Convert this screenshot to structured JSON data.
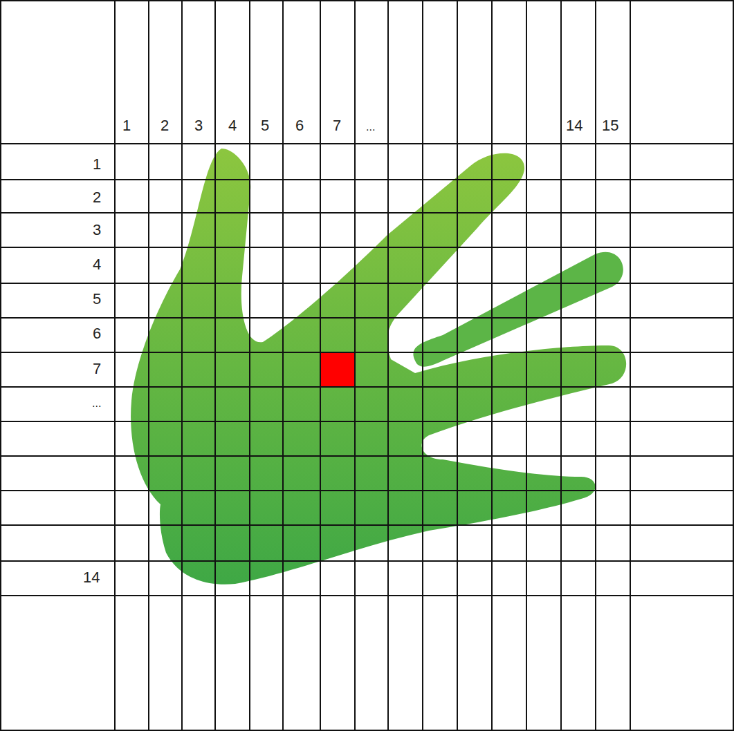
{
  "diagram": {
    "labels": [
      "1",
      "2",
      "3",
      "4",
      "5",
      "6",
      "7",
      "...",
      "14",
      "15",
      "1",
      "2",
      "3",
      "4",
      "5",
      "6",
      "7",
      "...",
      "14"
    ]
  }
}
